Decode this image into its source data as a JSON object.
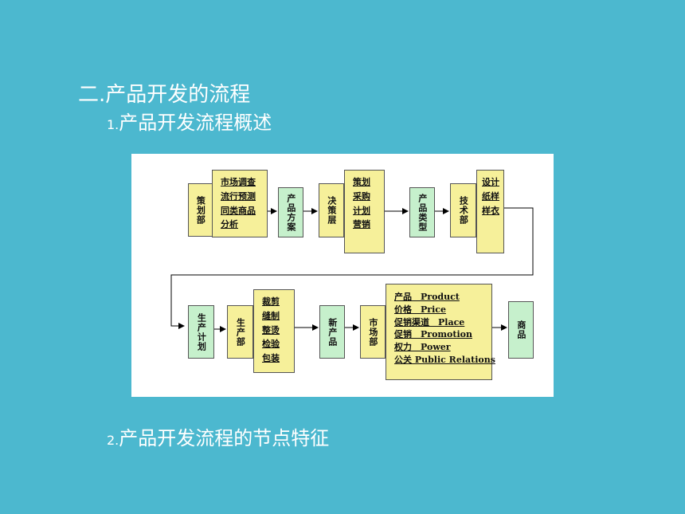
{
  "heading": {
    "title": "二.产品开发的流程",
    "sub1_num": "1.",
    "sub1_text": "产品开发流程概述",
    "sub2_num": "2.",
    "sub2_text": "产品开发流程的节点特征"
  },
  "flow": {
    "n1": "策划部",
    "n2": [
      "市场调查",
      "流行预测",
      "同类商品",
      "分析"
    ],
    "n3": "产品方案",
    "n4": "决策层",
    "n5": [
      "策划",
      "采购",
      "计划",
      "营销"
    ],
    "n6": "产品类型",
    "n7": "技术部",
    "n8": [
      "设计",
      "纸样",
      "样衣"
    ],
    "n9": "生产计划",
    "n10": "生产部",
    "n11": [
      "裁剪",
      "缝制",
      "整烫",
      "检验",
      "包装"
    ],
    "n12": "新产品",
    "n13": "市场部",
    "n14": [
      "产品　Product",
      "价格　Price",
      "促销渠道　Place",
      "促销　Promotion",
      "权力　Power",
      "公关 Public Relations"
    ],
    "n15": "商品"
  },
  "colors": {
    "background": "#4cb8cf",
    "yellow": "#f6f09a",
    "green": "#c6f0cc"
  }
}
